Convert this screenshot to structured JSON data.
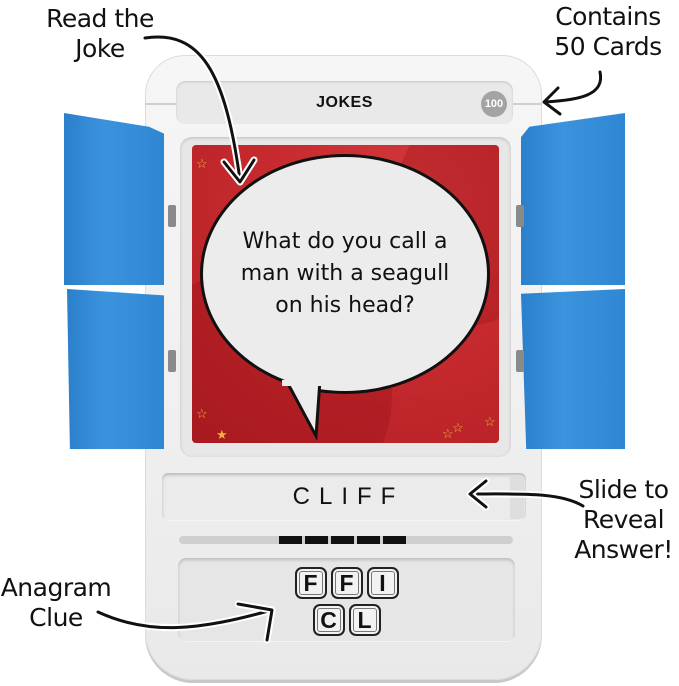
{
  "annotations": {
    "read_joke": "Read the Joke",
    "contains_cards": "Contains 50 Cards",
    "slide_to_reveal": "Slide to Reveal Answer!",
    "anagram_clue": "Anagram Clue"
  },
  "device": {
    "category_title": "JOKES",
    "card_number": "100",
    "card": {
      "joke_text": "What do you call a man with a seagull on his head?",
      "background_color": "#c62a2e"
    },
    "answer": "CLIFF",
    "answer_length": 5,
    "anagram_tiles": {
      "row1": [
        "F",
        "F",
        "I"
      ],
      "row2": [
        "C",
        "L"
      ]
    },
    "door_color": "#3188d4"
  }
}
